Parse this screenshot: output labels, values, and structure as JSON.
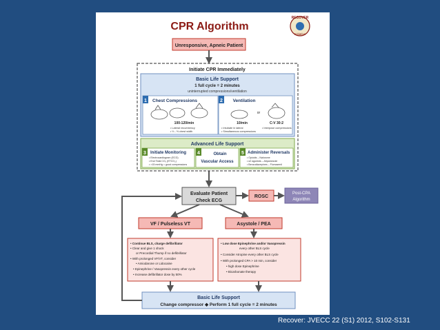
{
  "colors": {
    "slide_bg": "#214d80",
    "title": "#8b1a14",
    "red_box_fill": "#f5b9b5",
    "red_box_stroke": "#c0392b",
    "blue_box_fill": "#d7e4f4",
    "blue_box_stroke": "#6f8fbf",
    "green_box_fill": "#dcebc7",
    "green_box_stroke": "#7faa4d",
    "grey_box_fill": "#d9d9d9",
    "purple_box_fill": "#8e86b7",
    "arrow": "#555555"
  },
  "diagram": {
    "title": "CPR Algorithm",
    "logo": {
      "line1": "RECOVER",
      "line2": "Initiative"
    },
    "start": "Unresponsive, Apneic Patient",
    "initiate": "Initiate CPR Immediately",
    "bls": {
      "title": "Basic Life Support",
      "cycle": "1 full cycle = 2 minutes",
      "note": "uninterrupted compressions/ventilation",
      "compressions": {
        "num": "1",
        "title": "Chest Compressions",
        "rate": "100-120/min",
        "b1": "• Lateral recumbency",
        "b2": "• ⅓ - ½ chest width"
      },
      "ventilation": {
        "num": "2",
        "title": "Ventilation",
        "or": "or",
        "rate": "10/min",
        "ratio": "C:V 30:2",
        "b1": "• Intubate in lateral",
        "b2": "• Simultaneous compressions",
        "b3": "• Interpose compressions"
      }
    },
    "als": {
      "title": "Advanced Life Support",
      "monitoring": {
        "num": "3",
        "title": "Initiate Monitoring",
        "b1": "• Electrocardiogram (ECG)",
        "b2": "• End Tidal CO₂ (ETCO₂)",
        "b3": "• >15 mmHg = good compressions"
      },
      "access": {
        "num": "4",
        "line1": "Obtain",
        "line2": "Vascular Access"
      },
      "reversals": {
        "num": "5",
        "title": "Administer Reversals",
        "b1": "• Opioids – Naloxone",
        "b2": "• α2 agonists – Atipamezole",
        "b3": "• Benzodiazepines – Flumazenil"
      }
    },
    "evaluate": {
      "line1": "Evaluate Patient",
      "line2": "Check ECG"
    },
    "rosc": "ROSC",
    "post": {
      "line1": "Post-CPA",
      "line2": "Algorithm"
    },
    "vf": {
      "title": "VF / Pulseless VT",
      "l1": "• Continue BLS, charge defibrillator",
      "l2": "• Clear and give 1 shock",
      "l3": "or Precordial Thump if no defibrillator",
      "l4": "• With prolonged VF/VT, consider",
      "l5": "• Amiodarone or Lidocaine",
      "l6": "• Epinephrine / Vasopressin every other cycle",
      "l7": "• Increase defibrillator dose by 50%"
    },
    "asystole": {
      "title": "Asystole / PEA",
      "l1": "• Low dose Epinephrine and/or Vasopressin",
      "l2": "every other BLS cycle",
      "l3": "• Consider Atropine every other BLS cycle",
      "l4": "• With prolonged CPA > 10 min, consider",
      "l5": "• high dose Epinephrine",
      "l6": "• Bicarbonate therapy"
    },
    "bottom": {
      "title": "Basic Life Support",
      "sub": "Change compressor ◆ Perform 1 full cycle = 2 minutes"
    }
  },
  "citation": "Recover: JVECC 22 (S1) 2012, S102-S131"
}
